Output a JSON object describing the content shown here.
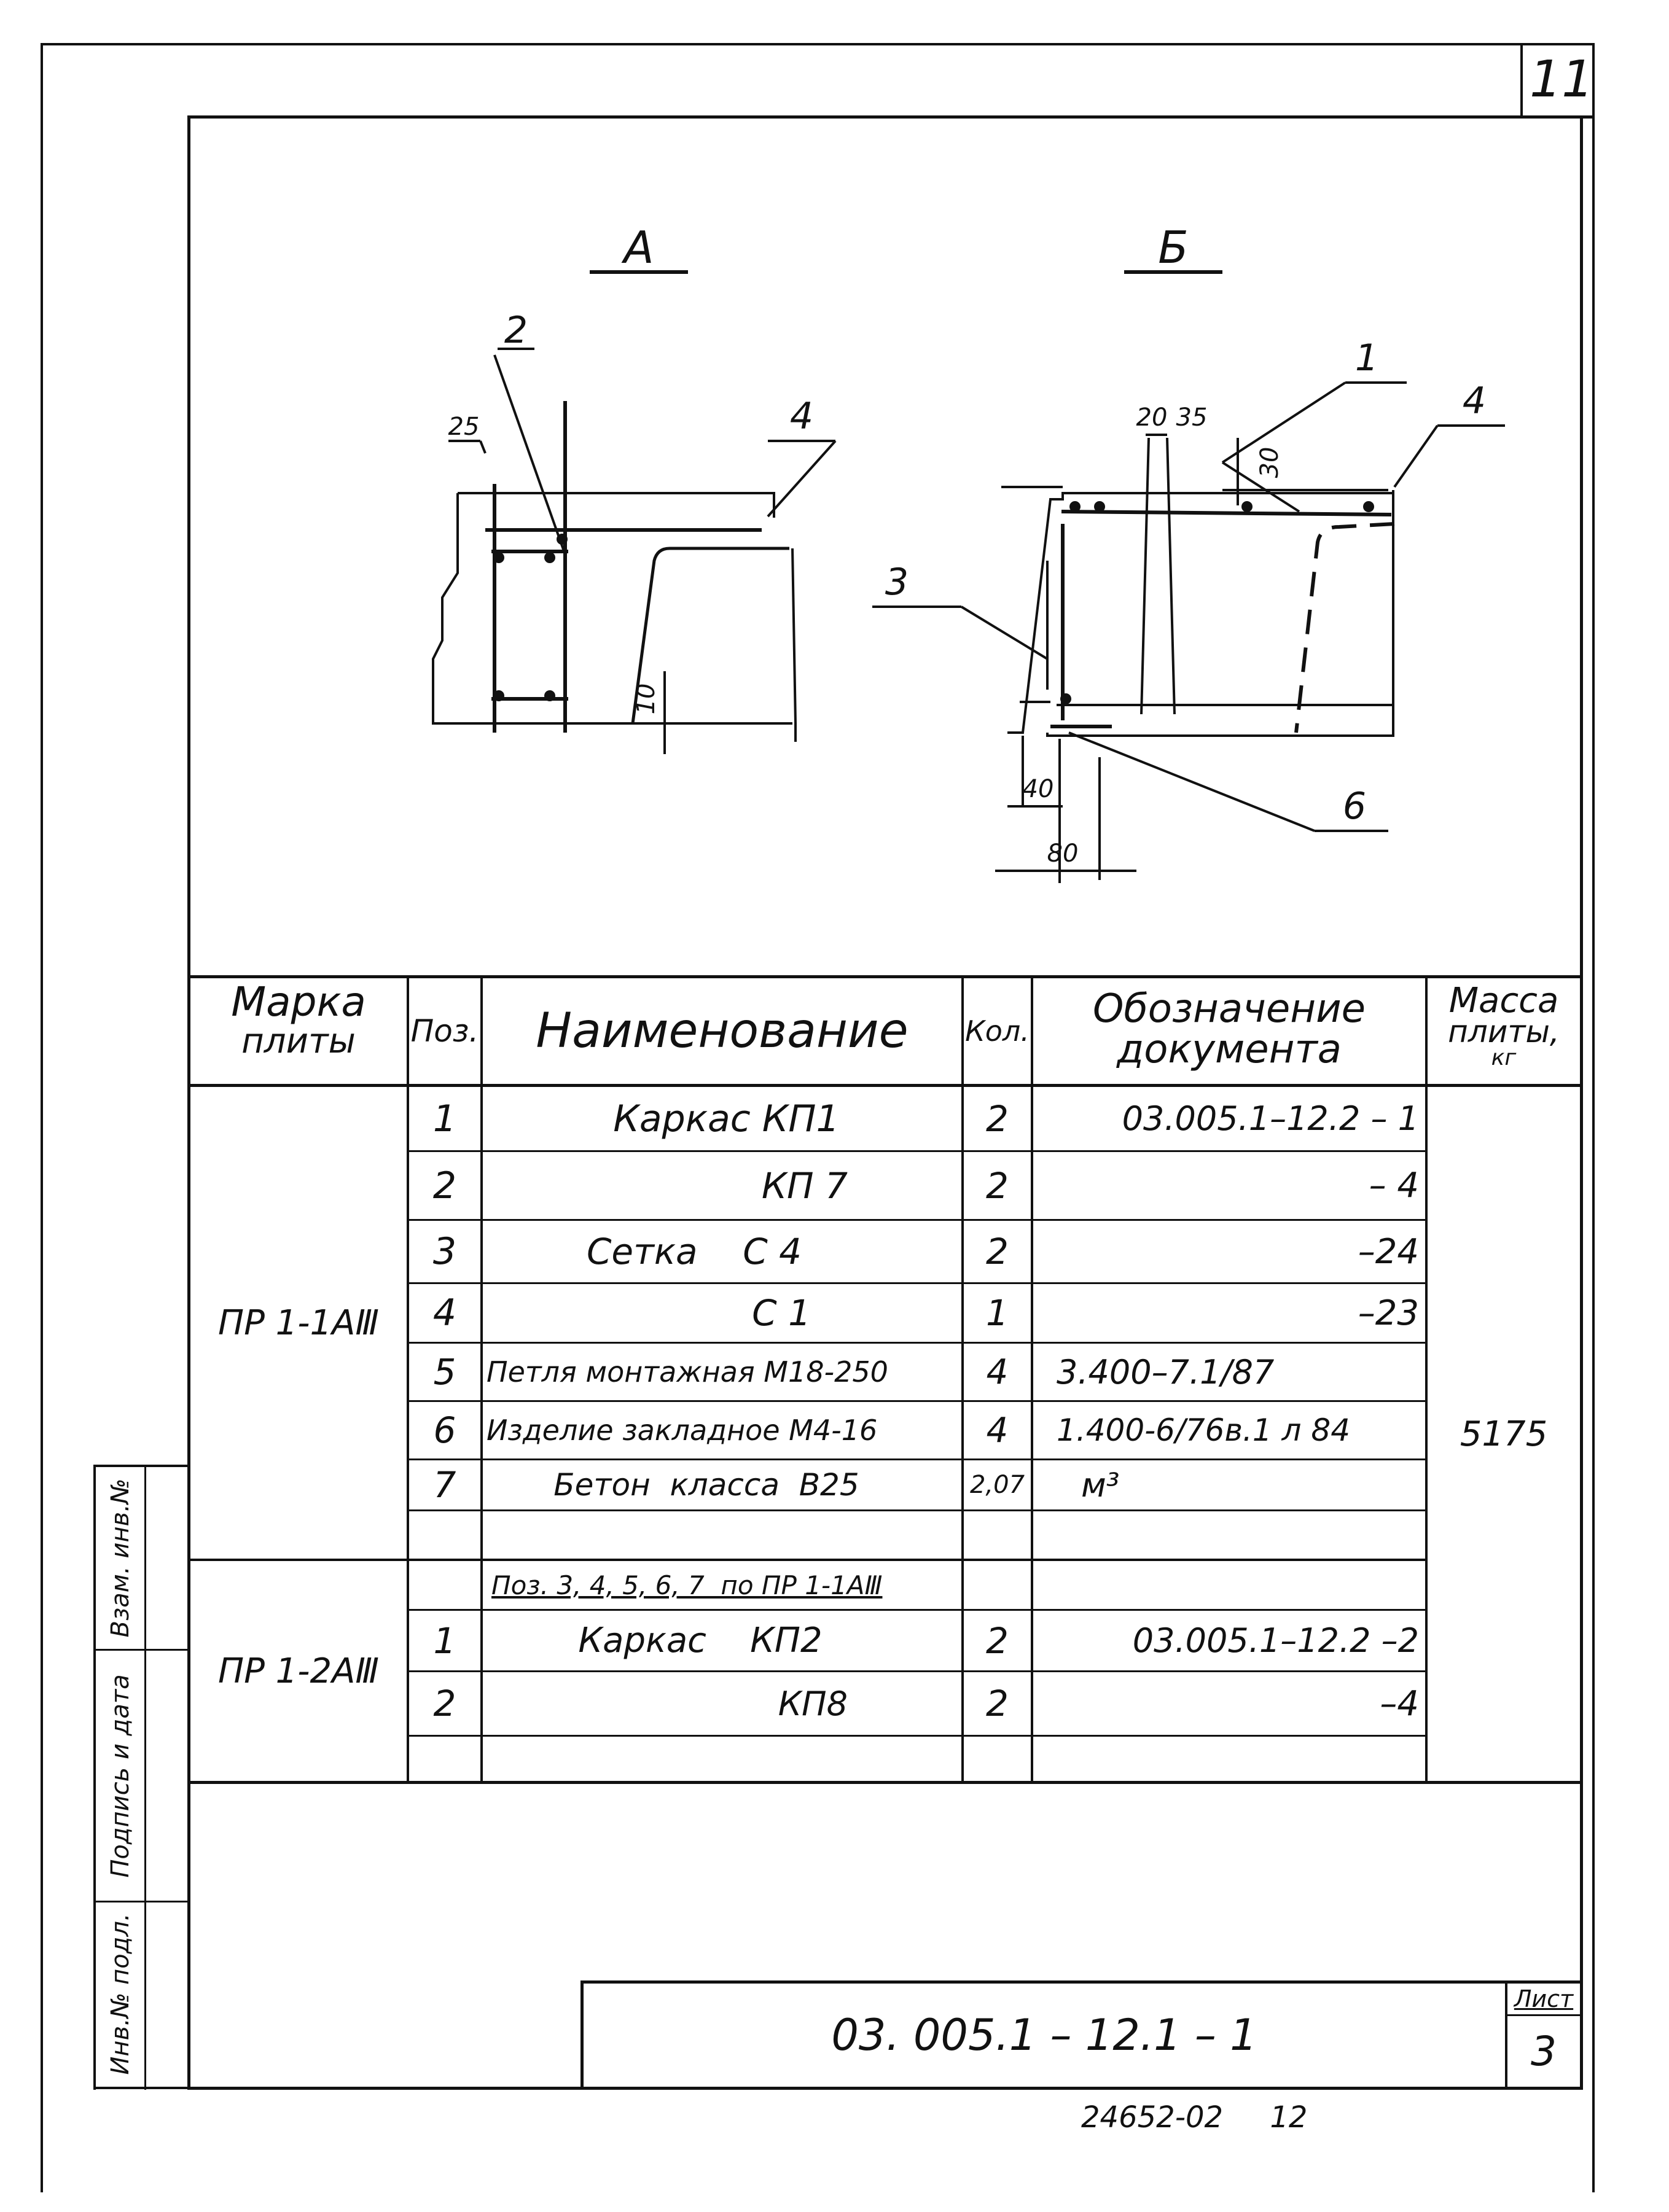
{
  "sheet_corner_number": "11",
  "drawings": {
    "view_a": {
      "title": "А",
      "callouts": [
        "2",
        "4"
      ],
      "dims": [
        "25",
        "10"
      ]
    },
    "view_b": {
      "title": "Б",
      "callouts": [
        "1",
        "4",
        "3",
        "6"
      ],
      "dims": [
        "20",
        "35",
        "30",
        "40",
        "80"
      ]
    }
  },
  "table": {
    "headers": {
      "mark": [
        "Марка",
        "плиты"
      ],
      "pos": "Поз.",
      "name": "Наименование",
      "qty": "Кол.",
      "doc": [
        "Обозначение",
        "документа"
      ],
      "mass": [
        "Масса",
        "плиты,",
        "кг"
      ]
    },
    "group1": {
      "mark": "ПР 1-1АⅢ",
      "mass": "5175",
      "rows": [
        {
          "pos": "1",
          "name": "Каркас  КП1",
          "qty": "2",
          "doc": "03.005.1–12.2 – 1"
        },
        {
          "pos": "2",
          "name": "КП 7",
          "qty": "2",
          "doc": "– 4"
        },
        {
          "pos": "3",
          "name": "Сетка    С 4",
          "qty": "2",
          "doc": "–24"
        },
        {
          "pos": "4",
          "name": "С 1",
          "qty": "1",
          "doc": "–23"
        },
        {
          "pos": "5",
          "name": "Петля монтажная М18-250",
          "qty": "4",
          "doc": "3.400–7.1/87"
        },
        {
          "pos": "6",
          "name": "Изделие закладное М4-16",
          "qty": "4",
          "doc": "1.400-6/76в.1 л 84"
        },
        {
          "pos": "7",
          "name": "Бетон  класса  В25",
          "qty": "2,07",
          "doc": "м³"
        },
        {
          "pos": "",
          "name": "",
          "qty": "",
          "doc": ""
        }
      ]
    },
    "group2": {
      "mark": "ПР 1-2АⅢ",
      "rows": [
        {
          "pos": "",
          "name": "Поз. 3, 4, 5, 6, 7  по ПР 1-1АⅢ",
          "qty": "",
          "doc": ""
        },
        {
          "pos": "1",
          "name": "Каркас    КП2",
          "qty": "2",
          "doc": "03.005.1–12.2 –2"
        },
        {
          "pos": "2",
          "name": "КП8",
          "qty": "2",
          "doc": "–4"
        },
        {
          "pos": "",
          "name": "",
          "qty": "",
          "doc": ""
        }
      ]
    }
  },
  "side_stamp": [
    "Инв.№ подл.",
    "Подпись и дата",
    "Взам. инв.№"
  ],
  "title_block": {
    "code": "03. 005.1 – 12.1 – 1",
    "sheet_label": "Лист",
    "sheet_number": "3"
  },
  "footer_note": "24652-02     12"
}
